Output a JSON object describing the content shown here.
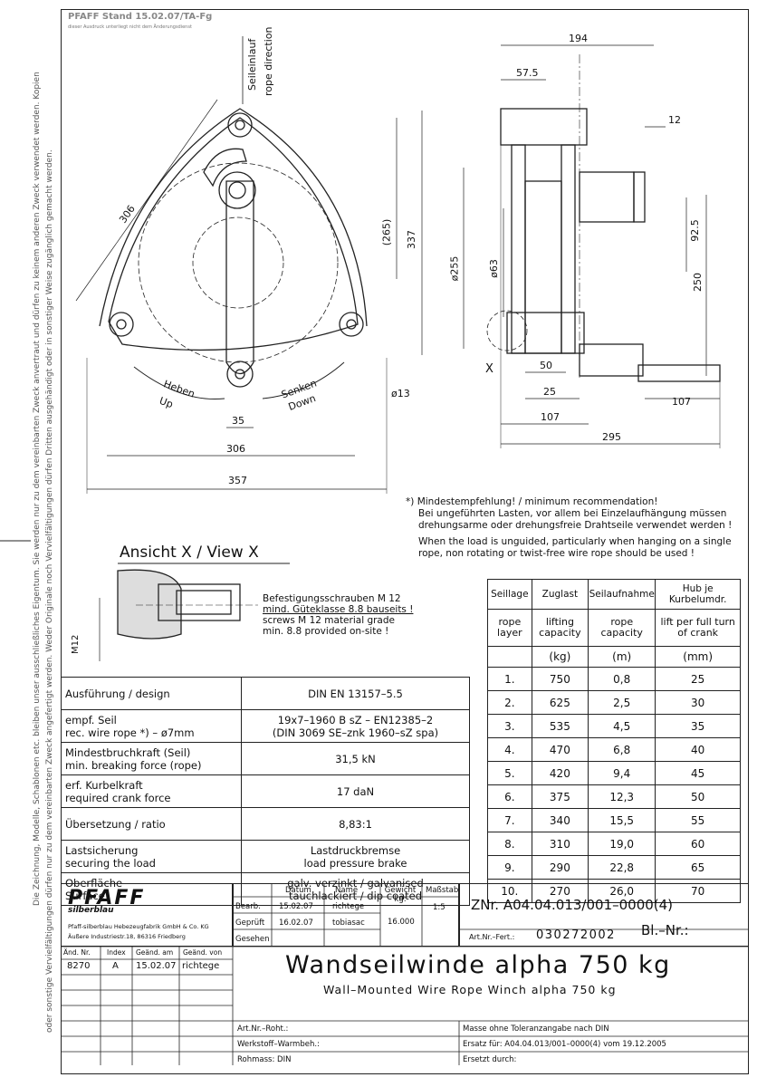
{
  "header": {
    "stamp": "PFAFF Stand 15.02.07/TA-Fg",
    "stamp_note": "dieser Ausdruck unterliegt nicht dem Änderungsdienst"
  },
  "side_note": {
    "line1": "Die Zeichnung, Modelle, Schablonen etc. bleiben unser ausschließliches Eigentum. Sie werden nur zu dem vereinbarten Zweck anvertraut und dürfen zu keinem anderen Zweck verwendet werden. Kopien",
    "line2": "oder sonstige Vervielfältigungen dürfen nur zu dem vereinbarten Zweck angefertigt werden. Weder Originale noch Vervielfältigungen dürfen Dritten ausgehändigt oder in sonstiger Weise zugänglich gemacht werden."
  },
  "drawing": {
    "rope_in": "Seileinlauf",
    "rope_direction": "rope direction",
    "dims": {
      "d306_side": "306",
      "d265": "(265)",
      "d337": "337",
      "d35": "35",
      "d306": "306",
      "d357": "357",
      "d13": "ø13",
      "d194": "194",
      "d57_5": "57.5",
      "d12": "12",
      "d255": "ø255",
      "d63": "ø63",
      "d92_5": "92.5",
      "d250": "250",
      "d50": "50",
      "d25": "25",
      "d107a": "107",
      "d107b": "107",
      "d295": "295"
    },
    "heben": "Heben",
    "up": "Up",
    "senken": "Senken",
    "down": "Down",
    "x_mark": "X"
  },
  "notes": {
    "star": "*)",
    "line1": "Mindestempfehlung! / minimum recommendation!",
    "line2": "Bei ungeführten Lasten, vor allem bei Einzelaufhängung müssen",
    "line3": "drehungsarme oder drehungsfreie Drahtseile verwendet werden !",
    "line4": "When the load is unguided, particularly when hanging on a single",
    "line5": "rope, non rotating or twist-free wire rope should be used !"
  },
  "view_x": {
    "title": "Ansicht  X  /  View  X",
    "m12": "M12",
    "b1": "Befestigungsschrauben M 12",
    "b2": "mind. Güteklasse 8.8 bauseits !",
    "b3": "screws M 12 material grade",
    "b4": "min. 8.8 provided on-site !"
  },
  "spec": [
    {
      "l1": "Ausführung  /  design",
      "l2": "",
      "v1": "DIN  EN  13157–5.5",
      "v2": ""
    },
    {
      "l1": "empf. Seil",
      "l2": "rec. wire rope  *)  –  ø7mm",
      "v1": "19x7–1960  B  sZ  –  EN12385–2",
      "v2": "(DIN  3069  SE–znk  1960–sZ  spa)"
    },
    {
      "l1": "Mindestbruchkraft  (Seil)",
      "l2": "min.  breaking  force  (rope)",
      "v1": "31,5  kN",
      "v2": ""
    },
    {
      "l1": "erf.  Kurbelkraft",
      "l2": "required  crank  force",
      "v1": "17  daN",
      "v2": ""
    },
    {
      "l1": "Übersetzung  /  ratio",
      "l2": "",
      "v1": "8,83:1",
      "v2": ""
    },
    {
      "l1": "Lastsicherung",
      "l2": "securing  the  load",
      "v1": "Lastdruckbremse",
      "v2": "load  pressure  brake"
    },
    {
      "l1": "Oberfläche",
      "l2": "Surface",
      "v1": "galv.  verzinkt  /  galvanised",
      "v2": "tauchlackiert  /  dip  coated"
    }
  ],
  "rope_table": {
    "h_de": [
      "Seillage",
      "Zuglast",
      "Seilaufnahme",
      "Hub je Kurbelumdr."
    ],
    "h_en": [
      "rope layer",
      "lifting capacity",
      "rope capacity",
      "lift per full turn of crank"
    ],
    "units": [
      "",
      "(kg)",
      "(m)",
      "(mm)"
    ],
    "rows": [
      [
        "1.",
        "750",
        "0,8",
        "25"
      ],
      [
        "2.",
        "625",
        "2,5",
        "30"
      ],
      [
        "3.",
        "535",
        "4,5",
        "35"
      ],
      [
        "4.",
        "470",
        "6,8",
        "40"
      ],
      [
        "5.",
        "420",
        "9,4",
        "45"
      ],
      [
        "6.",
        "375",
        "12,3",
        "50"
      ],
      [
        "7.",
        "340",
        "15,5",
        "55"
      ],
      [
        "8.",
        "310",
        "19,0",
        "60"
      ],
      [
        "9.",
        "290",
        "22,8",
        "65"
      ],
      [
        "10.",
        "270",
        "26,0",
        "70"
      ]
    ]
  },
  "title_block": {
    "logo": "PFAFF",
    "logo_sub": "silberblau",
    "company1": "Pfaff-silberblau Hebezeugfabrik GmbH & Co. KG",
    "company2": "Äußere Industriestr.18, 86316 Friedberg",
    "col_datum": "Datum",
    "col_name": "Name",
    "col_gewicht": "Gewicht kg:",
    "col_massstab": "Maßstab",
    "bearb": "Bearb.",
    "bearb_date": "15.02.07",
    "bearb_name": "richtege",
    "gepr": "Geprüft",
    "gepr_date": "16.02.07",
    "gepr_name": "tobiasac",
    "gesehen": "Gesehen",
    "weight": "16.000",
    "scale": "1:5",
    "drawing_no": "ZNr. A04.04.013/001–0000(4)",
    "art_label": "Art.Nr.–Fert.:",
    "art_no": "030272002",
    "sheet_label": "Bl.–Nr.:",
    "rev_h": [
      "Änd. Nr.",
      "Index",
      "Geänd. am",
      "Geänd. von"
    ],
    "rev_row": [
      "8270",
      "A",
      "15.02.07",
      "richtege"
    ],
    "title_de": "Wandseilwinde  alpha  750  kg",
    "title_en": "Wall–Mounted  Wire  Rope  Winch  alpha  750  kg",
    "roht": "Art.Nr.–Roht.:",
    "werk": "Werkstoff–Warmbeh.:",
    "rohmass": "Rohmass:  DIN",
    "tol": "Masse  ohne  Toleranzangabe  nach  DIN",
    "ersatz": "Ersatz  für:  A04.04.013/001–0000(4)  vom  19.12.2005",
    "ersetzt": "Ersetzt  durch:"
  }
}
